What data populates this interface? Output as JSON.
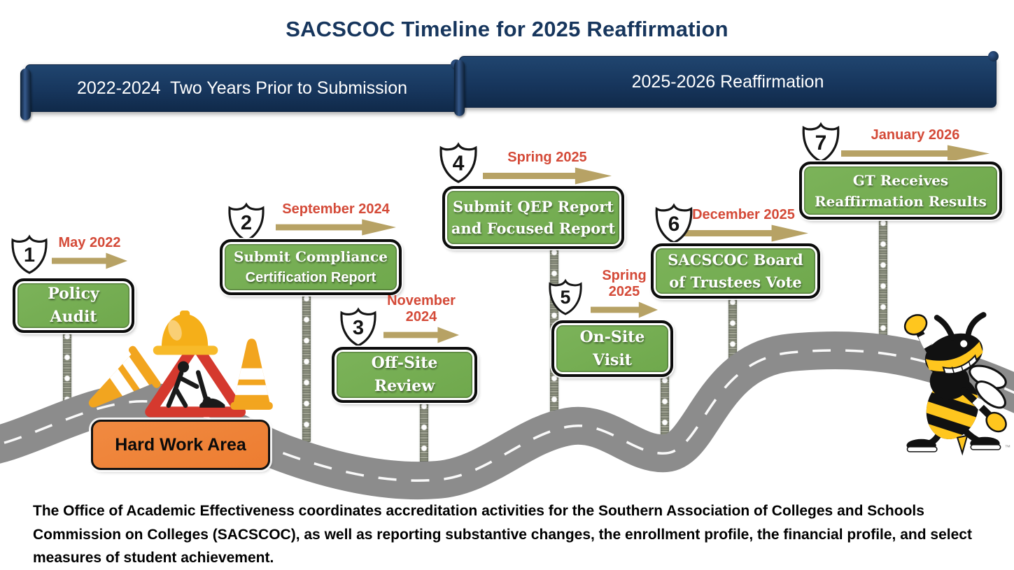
{
  "title": "SACSCOC Timeline for 2025 Reaffirmation",
  "banners": [
    {
      "label": "2022-2024  Two Years Prior to Submission"
    },
    {
      "label": "2025-2026 Reaffirmation"
    }
  ],
  "milestones": [
    {
      "number": "1",
      "date": "May 2022",
      "date_lines": [
        "May 2022"
      ],
      "label": "Policy Audit",
      "label_lines": [
        "Policy",
        "Audit"
      ]
    },
    {
      "number": "2",
      "date": "September 2024",
      "date_lines": [
        "September 2024"
      ],
      "label": "Submit Compliance Certification Report",
      "label_lines": [
        "Submit Compliance",
        "Certification Report"
      ]
    },
    {
      "number": "3",
      "date": "November 2024",
      "date_lines": [
        "November",
        "2024"
      ],
      "label": "Off-Site Review",
      "label_lines": [
        "Off-Site",
        "Review"
      ]
    },
    {
      "number": "4",
      "date": "Spring 2025",
      "date_lines": [
        "Spring 2025"
      ],
      "label": "Submit QEP Report and Focused Report",
      "label_lines": [
        "Submit QEP Report",
        "and Focused Report"
      ]
    },
    {
      "number": "5",
      "date": "Spring 2025",
      "date_lines": [
        "Spring",
        "2025"
      ],
      "label": "On-Site Visit",
      "label_lines": [
        "On-Site",
        "Visit"
      ]
    },
    {
      "number": "6",
      "date": "December 2025",
      "date_lines": [
        "December 2025"
      ],
      "label": "SACSCOC Board of Trustees Vote",
      "label_lines": [
        "SACSCOC Board",
        "of Trustees Vote"
      ]
    },
    {
      "number": "7",
      "date": "January 2026",
      "date_lines": [
        "January 2026"
      ],
      "label": "GT Receives Reaffirmation Results",
      "label_lines": [
        "GT Receives",
        "Reaffirmation Results"
      ]
    }
  ],
  "road_sign": {
    "label": "Hard Work Area"
  },
  "mascot": {
    "trademark": "™"
  },
  "footer": "The Office of Academic Effectiveness coordinates accreditation activities for the Southern Association of Colleges and Schools Commission on Colleges (SACSCOC), as well as reporting substantive changes, the enrollment profile, the financial profile, and select measures of student achievement.",
  "icons": {
    "route-shield-icon": "white US-route shield badge holding the milestone number",
    "timeline-arrow-icon": "tan right-pointing arrow under each date",
    "construction-warning-icon": "red triangle roadworks sign with digging worker",
    "traffic-cone-icon": "orange and white striped traffic cone",
    "hard-hat-icon": "yellow safety helmet",
    "road-graphic": "winding gray road with dashed white centerline",
    "sign-post": "speckled metal post with white rivet holes",
    "buzz-mascot": "Georgia Tech yellow jacket mascot waving"
  },
  "colors": {
    "navy": "#17365d",
    "sign_green": "#6fa84c",
    "sign_green_dark": "#5d9340",
    "date_red": "#d44a38",
    "arrow_tan": "#b7a265",
    "road_gray": "#8c8c8c",
    "work_orange": "#ed7d31",
    "cone_orange": "#f2a51f",
    "mascot_yellow": "#ffc61e"
  }
}
